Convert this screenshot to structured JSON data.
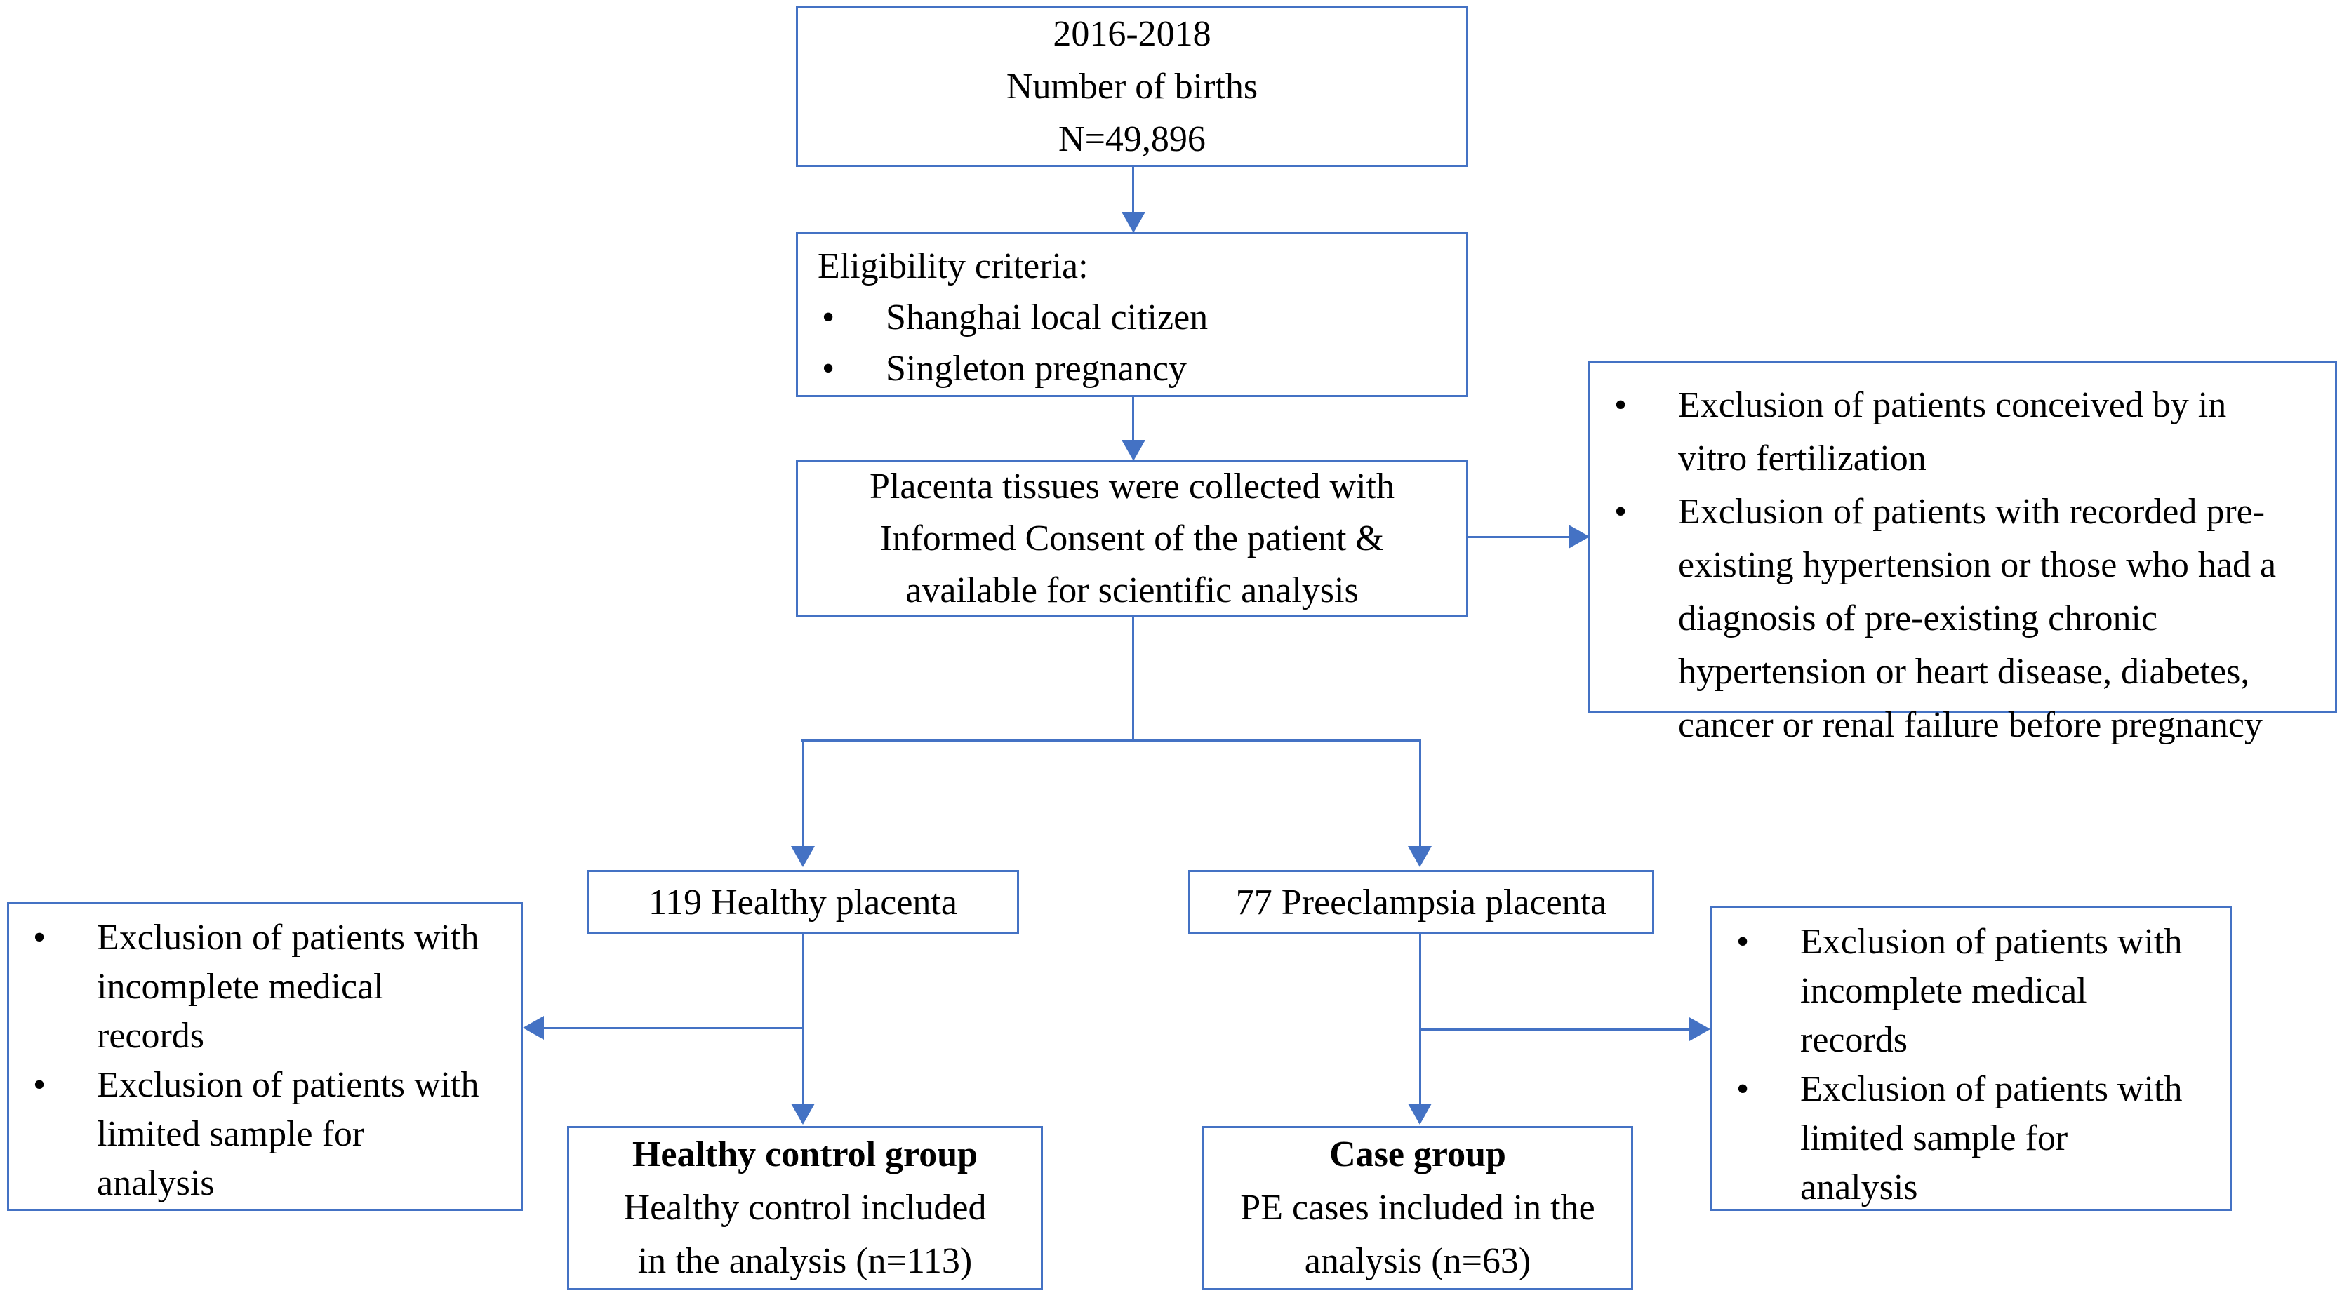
{
  "colors": {
    "accent_blue": "#4472C4",
    "text": "#000000",
    "background": "#FFFFFF"
  },
  "flowchart": {
    "births_box": {
      "lines": [
        "2016-2018",
        "Number of births",
        "N=49,896"
      ]
    },
    "eligibility_box": {
      "title": "Eligibility criteria:",
      "bullets": [
        "Shanghai local citizen",
        "Singleton pregnancy"
      ]
    },
    "collection_box": {
      "text": "Placenta tissues were collected with\nInformed Consent of the patient &\navailable for scientific analysis"
    },
    "ivf_exclusion_box": {
      "bullets": [
        "Exclusion of patients conceived by in\nvitro fertilization",
        "Exclusion of patients with recorded pre-\nexisting hypertension or those who had a\ndiagnosis of pre-existing chronic\nhypertension or heart disease, diabetes,\ncancer or renal failure before pregnancy"
      ]
    },
    "healthy_placenta_box": {
      "text": "119 Healthy placenta"
    },
    "preeclampsia_placenta_box": {
      "text": "77 Preeclampsia placenta"
    },
    "healthy_exclusion_box": {
      "bullets": [
        "Exclusion of patients with\nincomplete medical\nrecords",
        "Exclusion of patients with\nlimited sample for\nanalysis"
      ]
    },
    "case_exclusion_box": {
      "bullets": [
        "Exclusion of patients with\nincomplete medical\nrecords",
        "Exclusion of patients with\nlimited sample for\nanalysis"
      ]
    },
    "healthy_control_box": {
      "title": "Healthy control group",
      "text": "Healthy control included\nin the analysis (n=113)"
    },
    "case_group_box": {
      "title": "Case group",
      "text": "PE cases included in the\nanalysis (n=63)"
    }
  }
}
